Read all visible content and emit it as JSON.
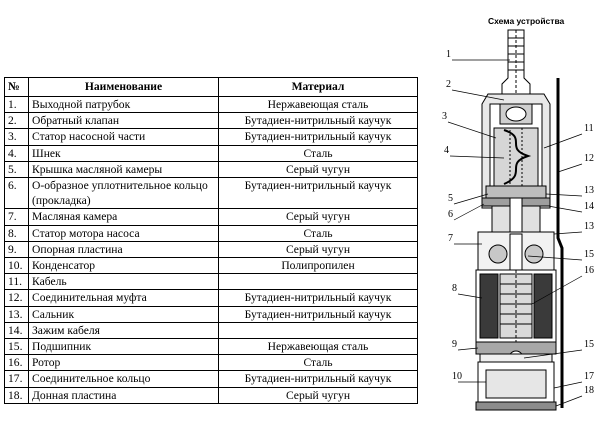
{
  "diagram": {
    "title": "Схема устройства",
    "callouts": [
      "1",
      "2",
      "3",
      "4",
      "5",
      "6",
      "7",
      "8",
      "9",
      "10",
      "11",
      "12",
      "13",
      "14",
      "13",
      "15",
      "16",
      "15",
      "17",
      "18"
    ]
  },
  "table": {
    "headers": {
      "no": "№",
      "name": "Наименование",
      "material": "Материал"
    },
    "rows": [
      {
        "no": "1.",
        "name": "Выходной патрубок",
        "material": "Нержавеющая сталь"
      },
      {
        "no": "2.",
        "name": "Обратный клапан",
        "material": "Бутадиен-нитрильный каучук"
      },
      {
        "no": "3.",
        "name": "Статор насосной части",
        "material": "Бутадиен-нитрильный каучук"
      },
      {
        "no": "4.",
        "name": "Шнек",
        "material": "Сталь"
      },
      {
        "no": "5.",
        "name": "Крышка масляной камеры",
        "material": "Серый чугун"
      },
      {
        "no": "6.",
        "name": "О-образное уплотнительное кольцо (прокладка)",
        "material": "Бутадиен-нитрильный каучук"
      },
      {
        "no": "7.",
        "name": "Масляная камера",
        "material": "Серый чугун"
      },
      {
        "no": "8.",
        "name": "Статор мотора насоса",
        "material": "Сталь"
      },
      {
        "no": "9.",
        "name": "Опорная пластина",
        "material": "Серый чугун"
      },
      {
        "no": "10.",
        "name": "Конденсатор",
        "material": "Полипропилен"
      },
      {
        "no": "11.",
        "name": "Кабель",
        "material": ""
      },
      {
        "no": "12.",
        "name": "Соединительная муфта",
        "material": "Бутадиен-нитрильный каучук"
      },
      {
        "no": "13.",
        "name": "Сальник",
        "material": "Бутадиен-нитрильный каучук"
      },
      {
        "no": "14.",
        "name": "Зажим кабеля",
        "material": ""
      },
      {
        "no": "15.",
        "name": "Подшипник",
        "material": "Нержавеющая сталь"
      },
      {
        "no": "16.",
        "name": "Ротор",
        "material": "Сталь"
      },
      {
        "no": "17.",
        "name": "Соединительное кольцо",
        "material": "Бутадиен-нитрильный каучук"
      },
      {
        "no": "18.",
        "name": "Донная пластина",
        "material": "Серый чугун"
      }
    ]
  }
}
